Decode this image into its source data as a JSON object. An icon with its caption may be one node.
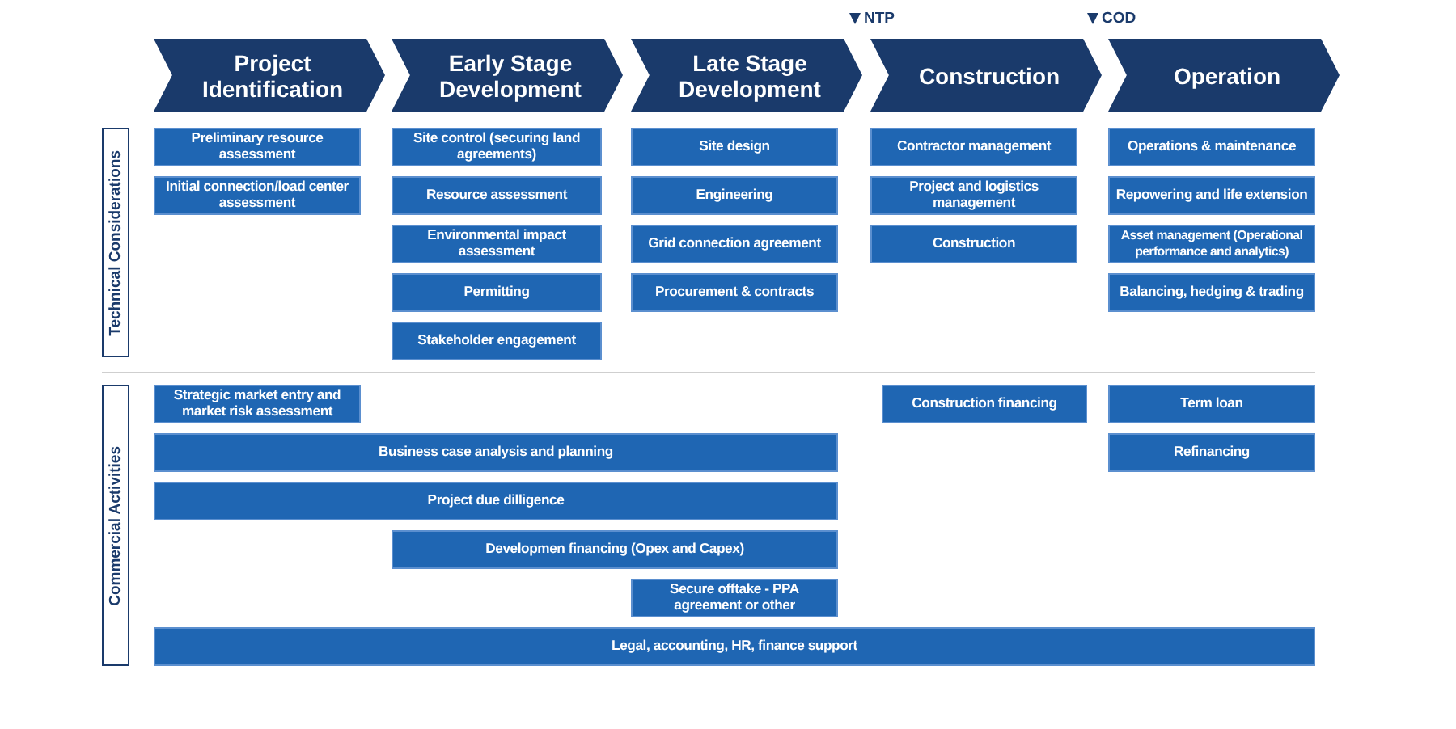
{
  "diagram": {
    "nodes": [
      {
        "text": [
          "Project Identification"
        ]
      },
      {
        "text": [
          "Early Stage Development"
        ]
      },
      {
        "text": [
          "Late Stage Development"
        ]
      },
      {
        "text": [
          "Construction"
        ]
      },
      {
        "text": [
          "Operation"
        ]
      },
      {
        "text": [
          "Technical Considerations"
        ]
      },
      {
        "text": [
          "Commercial Activities"
        ]
      },
      {
        "text": [
          "Preliminary resource assessment"
        ]
      },
      {
        "text": [
          "Initial connection/load center assessment"
        ]
      },
      {
        "text": [
          "Site control (securing land agreements)"
        ]
      },
      {
        "text": [
          "Resource assessment"
        ]
      },
      {
        "text": [
          "Environmental impact assessment"
        ]
      },
      {
        "text": [
          "Permitting"
        ]
      },
      {
        "text": [
          "Stakeholder engagement"
        ]
      },
      {
        "text": [
          "Site design"
        ]
      },
      {
        "text": [
          "Engineering"
        ]
      },
      {
        "text": [
          "Grid connection agreement"
        ]
      },
      {
        "text": [
          "Procurement & contracts"
        ]
      },
      {
        "text": [
          "Contractor management"
        ]
      },
      {
        "text": [
          "Project and logistics management"
        ]
      },
      {
        "text": [
          "Construction"
        ]
      },
      {
        "text": [
          "Operations & maintenance"
        ]
      },
      {
        "text": [
          "Repowering and life extension"
        ]
      },
      {
        "text": [
          "Asset management (Operational performance and analytics)"
        ]
      },
      {
        "text": [
          "Balancing, hedging & trading"
        ]
      },
      {
        "text": [
          "Strategic market entry and market risk assessment"
        ]
      },
      {
        "text": [
          "Construction financing"
        ]
      },
      {
        "text": [
          "Term loan"
        ]
      },
      {
        "text": [
          "Business case analysis and planning"
        ]
      },
      {
        "text": [
          "Refinancing"
        ]
      },
      {
        "text": [
          "Project due dilligence"
        ]
      },
      {
        "text": [
          "Developmen financing (Opex and Capex)"
        ]
      },
      {
        "text": [
          "Secure offtake - PPA agreement or other"
        ]
      },
      {
        "text": [
          "Legal, accounting, HR, finance support"
        ]
      }
    ],
    "labels": [
      "NTP",
      "COD"
    ]
  }
}
